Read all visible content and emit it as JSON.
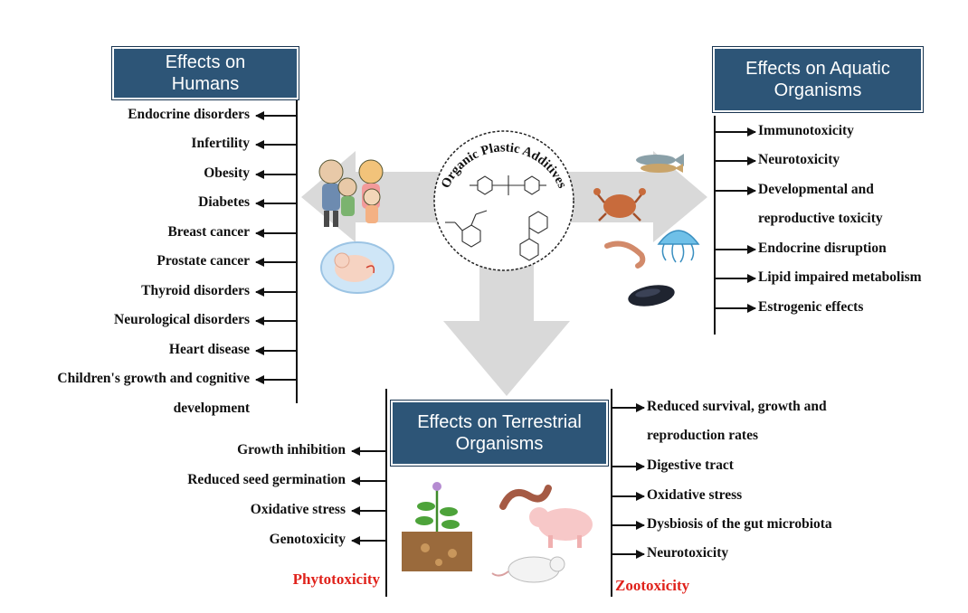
{
  "humans": {
    "title_line1": "Effects on",
    "title_line2": "Humans",
    "effects": [
      "Endocrine disorders",
      "Infertility",
      "Obesity",
      "Diabetes",
      "Breast cancer",
      "Prostate cancer",
      "Thyroid disorders",
      "Neurological disorders",
      "Heart disease",
      "Children's growth and cognitive",
      "development"
    ]
  },
  "aquatic": {
    "title_line1": "Effects on Aquatic",
    "title_line2": "Organisms",
    "effects": [
      "Immunotoxicity",
      "Neurotoxicity",
      "Developmental and",
      "reproductive toxicity",
      "Endocrine disruption",
      "Lipid impaired metabolism",
      "Estrogenic effects"
    ]
  },
  "terrestrial": {
    "title_line1": "Effects on Terrestrial",
    "title_line2": "Organisms",
    "plant_effects": [
      "Growth inhibition",
      "Reduced seed germination",
      "Oxidative stress",
      "Genotoxicity"
    ],
    "plant_category": "Phytotoxicity",
    "animal_effects": [
      "Reduced survival, growth and",
      "reproduction rates",
      "Digestive tract",
      "Oxidative stress",
      "Dysbiosis of the gut microbiota",
      "Neurotoxicity"
    ],
    "animal_category": "Zootoxicity"
  },
  "center": {
    "title": "Organic Plastic Additives"
  },
  "colors": {
    "header_bg": "#2d5577",
    "category_red": "#e0221b",
    "big_arrow": "#d9d9d9"
  }
}
